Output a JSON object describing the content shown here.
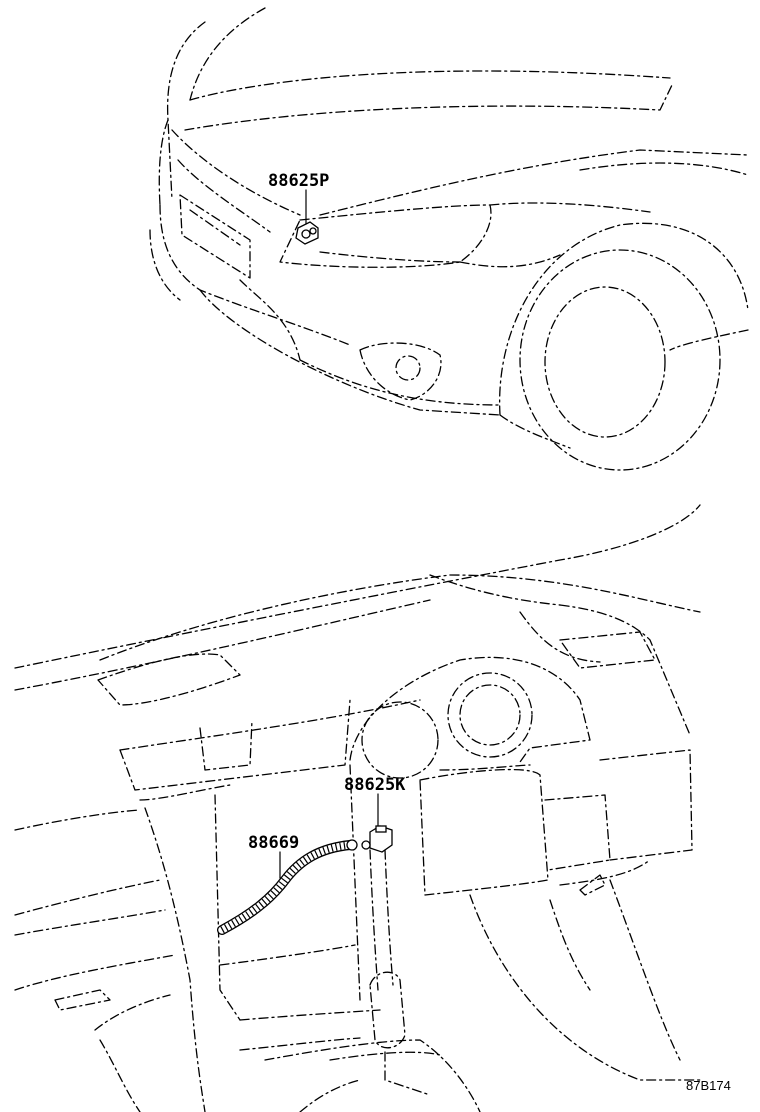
{
  "callouts": {
    "horn_hood_part": "88625P",
    "dash_sensor_part": "88625K",
    "hose_part": "88669"
  },
  "drawing_ref": "87B174"
}
